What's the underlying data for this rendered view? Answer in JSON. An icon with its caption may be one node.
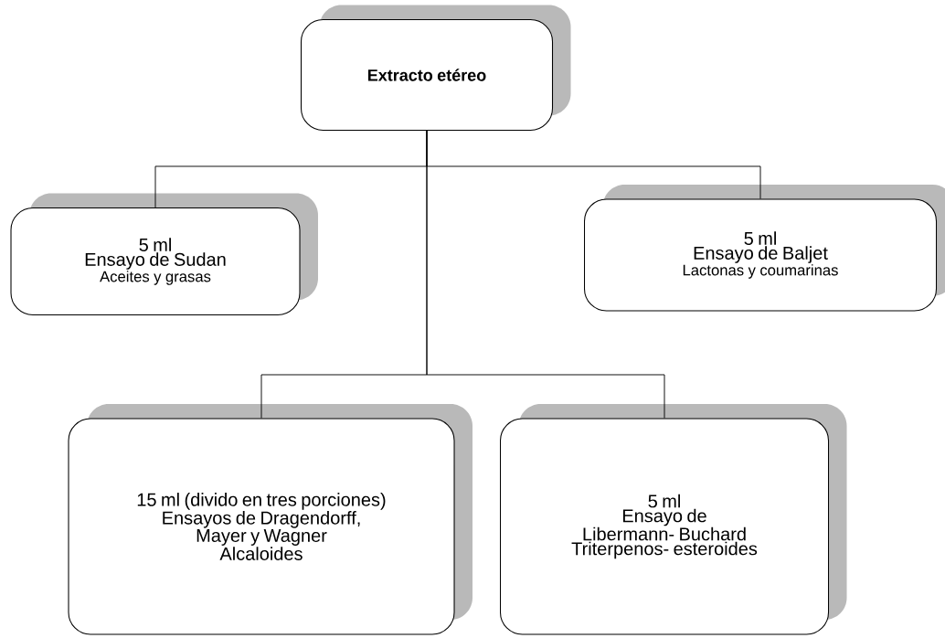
{
  "diagram": {
    "nodes": [
      {
        "text": [
          "Extracto etéreo"
        ]
      },
      {
        "text": [
          "5 ml",
          "Ensayo de Sudan",
          "Aceites y grasas"
        ]
      },
      {
        "text": [
          "5 ml",
          "Ensayo de Baljet",
          "Lactonas y coumarinas"
        ]
      },
      {
        "text": [
          "15 ml (divido en tres porciones)",
          "Ensayos de Dragendorff, Mayer y Wagner",
          "Alcaloides"
        ]
      },
      {
        "text": [
          "5 ml",
          "Ensayo de Libermann- Buchard",
          "Triterpenos- esteroides"
        ]
      }
    ],
    "edges": [
      {
        "from": 0,
        "to": 1,
        "arrow": "none"
      },
      {
        "from": 0,
        "to": 2,
        "arrow": "none"
      },
      {
        "from": 0,
        "to": 3,
        "arrow": "none"
      },
      {
        "from": 0,
        "to": 4,
        "arrow": "none"
      }
    ]
  }
}
